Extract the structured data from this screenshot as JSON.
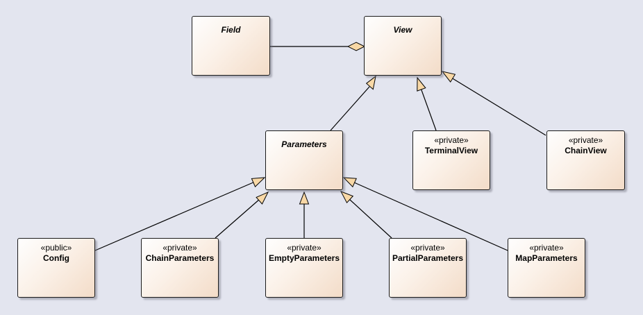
{
  "classes": {
    "field": {
      "name": "Field",
      "stereotype": ""
    },
    "view": {
      "name": "View",
      "stereotype": ""
    },
    "parameters": {
      "name": "Parameters",
      "stereotype": ""
    },
    "terminal_view": {
      "name": "TerminalView",
      "stereotype": "«private»"
    },
    "chain_view": {
      "name": "ChainView",
      "stereotype": "«private»"
    },
    "config": {
      "name": "Config",
      "stereotype": "«public»"
    },
    "chain_parameters": {
      "name": "ChainParameters",
      "stereotype": "«private»"
    },
    "empty_parameters": {
      "name": "EmptyParameters",
      "stereotype": "«private»"
    },
    "partial_parameters": {
      "name": "PartialParameters",
      "stereotype": "«private»"
    },
    "map_parameters": {
      "name": "MapParameters",
      "stereotype": "«private»"
    }
  },
  "relations": [
    {
      "type": "aggregation",
      "from": "Field",
      "to": "View"
    },
    {
      "type": "generalization",
      "from": "Parameters",
      "to": "View"
    },
    {
      "type": "generalization",
      "from": "TerminalView",
      "to": "View"
    },
    {
      "type": "generalization",
      "from": "ChainView",
      "to": "View"
    },
    {
      "type": "generalization",
      "from": "Config",
      "to": "Parameters"
    },
    {
      "type": "generalization",
      "from": "ChainParameters",
      "to": "Parameters"
    },
    {
      "type": "generalization",
      "from": "EmptyParameters",
      "to": "Parameters"
    },
    {
      "type": "generalization",
      "from": "PartialParameters",
      "to": "Parameters"
    },
    {
      "type": "generalization",
      "from": "MapParameters",
      "to": "Parameters"
    }
  ],
  "colors": {
    "canvas": "#e3e5ef",
    "class_fill_light": "#fefefe",
    "class_fill_dark": "#f3dcc8",
    "arrowhead_fill": "#f8d8a6",
    "line": "#000000"
  }
}
